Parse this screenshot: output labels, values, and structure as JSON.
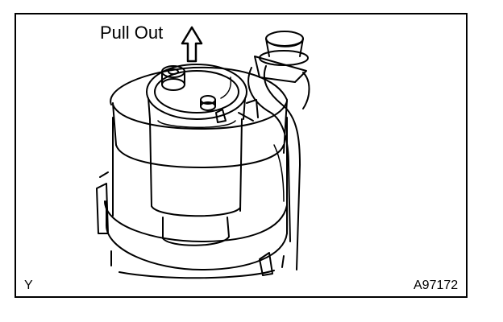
{
  "annotation": {
    "pull_label": "Pull Out"
  },
  "footer": {
    "corner_left": "Y",
    "figure_code": "A97172"
  },
  "icons": {
    "direction": "up-arrow-icon"
  }
}
